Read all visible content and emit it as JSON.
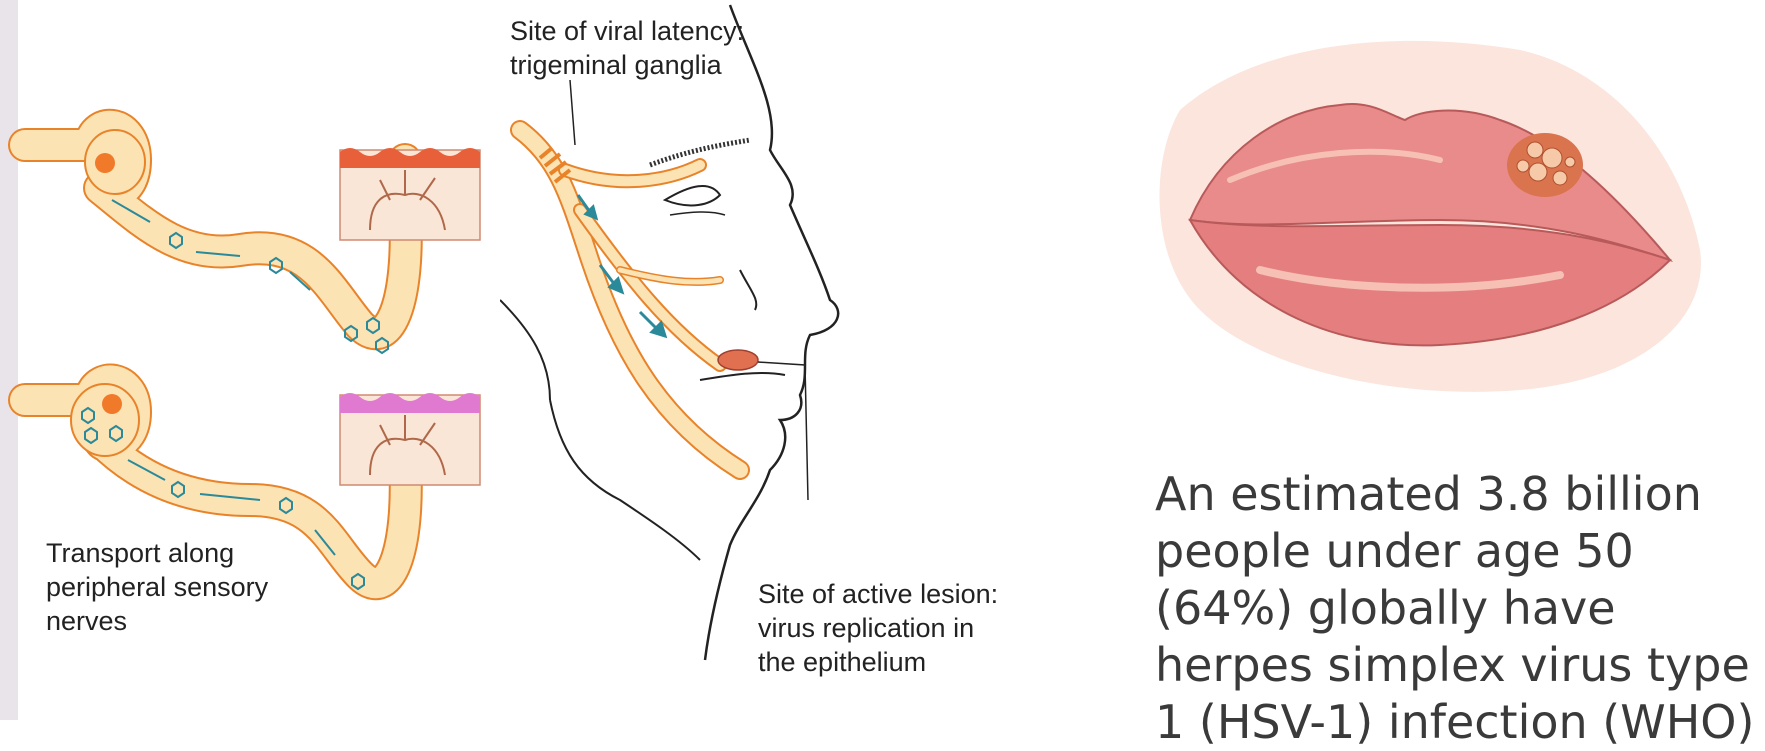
{
  "labels": {
    "latency": "Site of viral latency:\ntrigeminal ganglia",
    "lesion": "Site of active lesion:\nvirus replication in\nthe epithelium",
    "transport": "Transport along\nperipheral sensory\nnerves"
  },
  "statistic": "An estimated 3.8 billion people under age 50 (64%) globally have herpes simplex virus type 1 (HSV-1) infection (WHO)",
  "colors": {
    "nerve_fill": "#fce3b4",
    "nerve_stroke": "#e8832a",
    "virus": "#2a8a9a",
    "nucleus": "#f07a2a",
    "skin_top": "#e8603a",
    "skin_top_pink": "#e07ad0",
    "lip": "#e98b8b",
    "lip_light": "#f7c0b4",
    "lesion": "#e07050"
  }
}
